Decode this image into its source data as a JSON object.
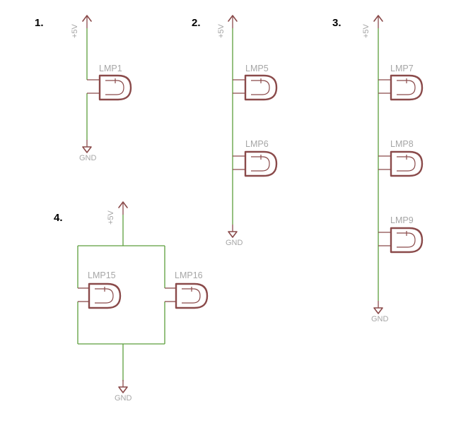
{
  "circuits": [
    {
      "number": "1.",
      "supply": "+5V",
      "ground": "GND",
      "lamps": [
        "LMP1"
      ]
    },
    {
      "number": "2.",
      "supply": "+5V",
      "ground": "GND",
      "lamps": [
        "LMP5",
        "LMP6"
      ]
    },
    {
      "number": "3.",
      "supply": "+5V",
      "ground": "GND",
      "lamps": [
        "LMP7",
        "LMP8",
        "LMP9"
      ]
    },
    {
      "number": "4.",
      "supply": "+5V",
      "ground": "GND",
      "lamps": [
        "LMP15",
        "LMP16"
      ]
    }
  ],
  "colors": {
    "wire": "#5c9e3c",
    "symbol": "#8a4a4a",
    "label": "#a6a6a6",
    "number": "#000000"
  }
}
